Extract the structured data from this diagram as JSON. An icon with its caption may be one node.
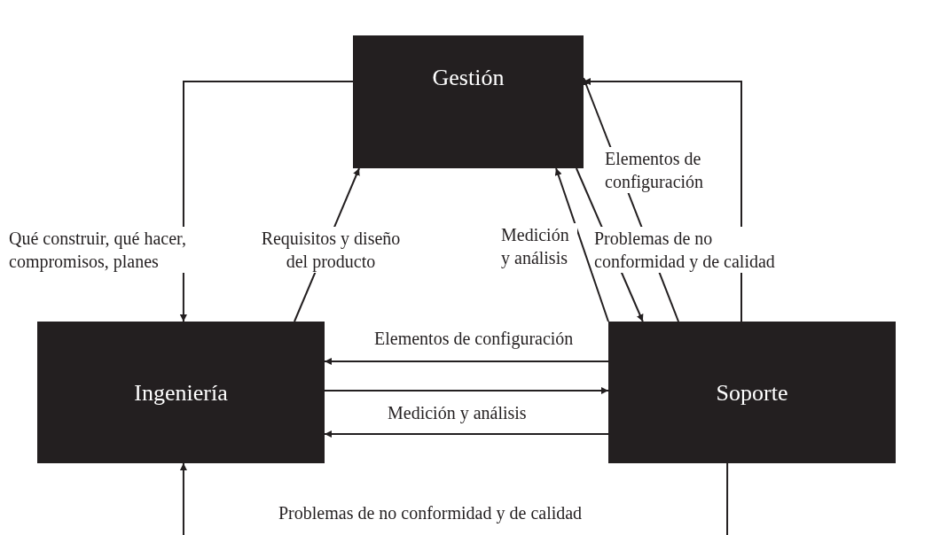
{
  "diagram": {
    "nodes": [
      {
        "text": [
          "Gestión"
        ]
      },
      {
        "text": [
          "Ingeniería"
        ]
      },
      {
        "text": [
          "Soporte"
        ]
      }
    ],
    "edges": [
      {
        "from": 0,
        "to": 1,
        "arrow": "to",
        "label": "Qué construir, qué hacer, compromisos, planes"
      },
      {
        "from": 1,
        "to": 0,
        "arrow": "to",
        "label": "Requisitos y diseño del producto"
      },
      {
        "from": 2,
        "to": 0,
        "arrow": "to",
        "label": "Medición y análisis"
      },
      {
        "from": 0,
        "to": 2,
        "arrow": "to"
      },
      {
        "from": 2,
        "to": 0,
        "arrow": "to",
        "label": "Elementos de configuración"
      },
      {
        "from": 2,
        "to": 0,
        "arrow": "to",
        "label": "Problemas de no conformidad y de calidad"
      },
      {
        "from": 2,
        "to": 1,
        "arrow": "to",
        "label": "Elementos de configuración"
      },
      {
        "from": 1,
        "to": 2,
        "arrow": "to"
      },
      {
        "from": 2,
        "to": 1,
        "arrow": "to",
        "label": "Medición y análisis"
      },
      {
        "from": 2,
        "to": 1,
        "arrow": "to",
        "label": "Problemas de no conformidad y de calidad"
      }
    ]
  }
}
